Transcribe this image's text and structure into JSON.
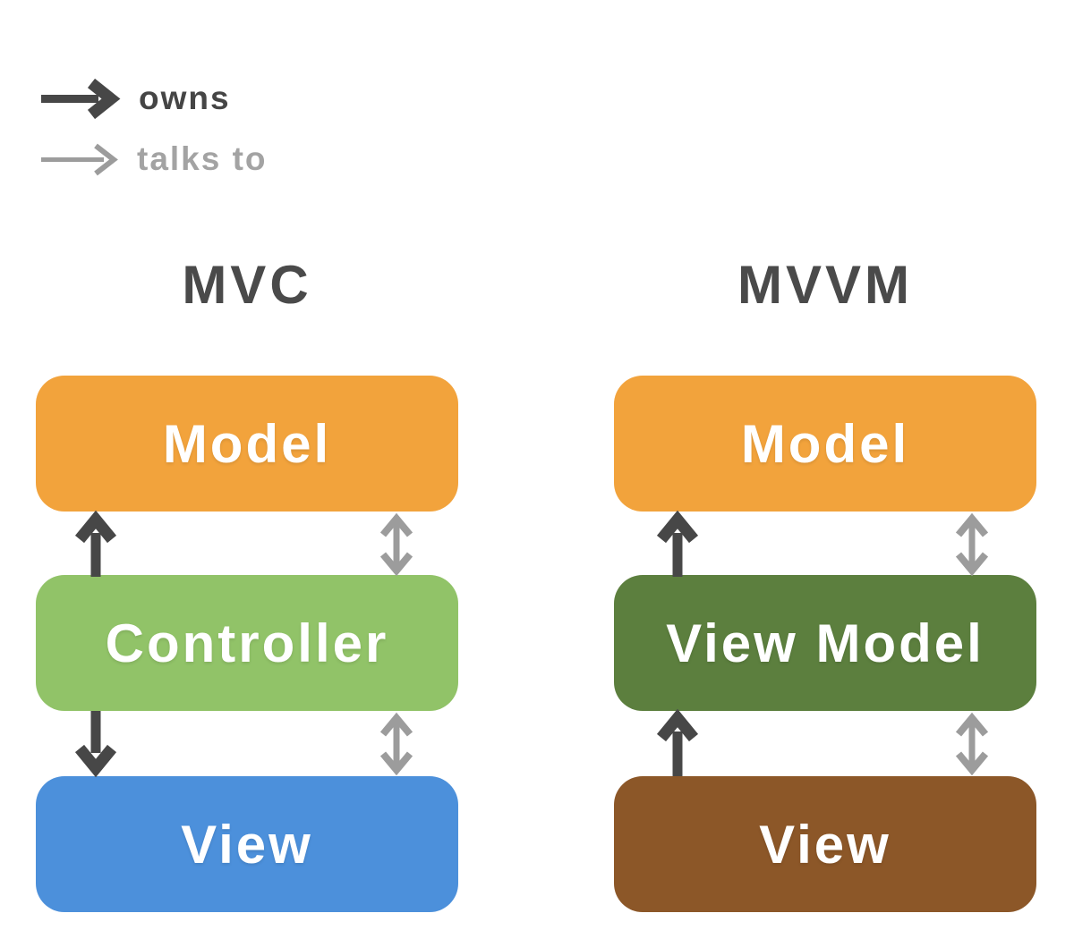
{
  "legend": {
    "owns": {
      "label": "owns",
      "color": "#454545"
    },
    "talks_to": {
      "label": "talks to",
      "color": "#A3A3A3"
    }
  },
  "columns": [
    {
      "title": "MVC",
      "boxes": [
        {
          "label": "Model",
          "color": "#F2A33C"
        },
        {
          "label": "Controller",
          "color": "#91C368"
        },
        {
          "label": "View",
          "color": "#4C90DB"
        }
      ],
      "relations": [
        {
          "type": "owns",
          "from": "Controller",
          "to": "Model",
          "direction": "up"
        },
        {
          "type": "talks to",
          "between": [
            "Model",
            "Controller"
          ],
          "direction": "both"
        },
        {
          "type": "owns",
          "from": "Controller",
          "to": "View",
          "direction": "down"
        },
        {
          "type": "talks to",
          "between": [
            "Controller",
            "View"
          ],
          "direction": "both"
        }
      ]
    },
    {
      "title": "MVVM",
      "boxes": [
        {
          "label": "Model",
          "color": "#F2A33C"
        },
        {
          "label": "View Model",
          "color": "#5C7F3E"
        },
        {
          "label": "View",
          "color": "#8C5728"
        }
      ],
      "relations": [
        {
          "type": "owns",
          "from": "View Model",
          "to": "Model",
          "direction": "up"
        },
        {
          "type": "talks to",
          "between": [
            "Model",
            "View Model"
          ],
          "direction": "both"
        },
        {
          "type": "owns",
          "from": "View",
          "to": "View Model",
          "direction": "up"
        },
        {
          "type": "talks to",
          "between": [
            "View Model",
            "View"
          ],
          "direction": "both"
        }
      ]
    }
  ],
  "colors": {
    "owns_arrow": "#474747",
    "talks_to_arrow": "#9C9C9C",
    "title_text": "#4A4A4A",
    "box_label_text": "#FFFFFF",
    "background": "#FFFFFF"
  }
}
